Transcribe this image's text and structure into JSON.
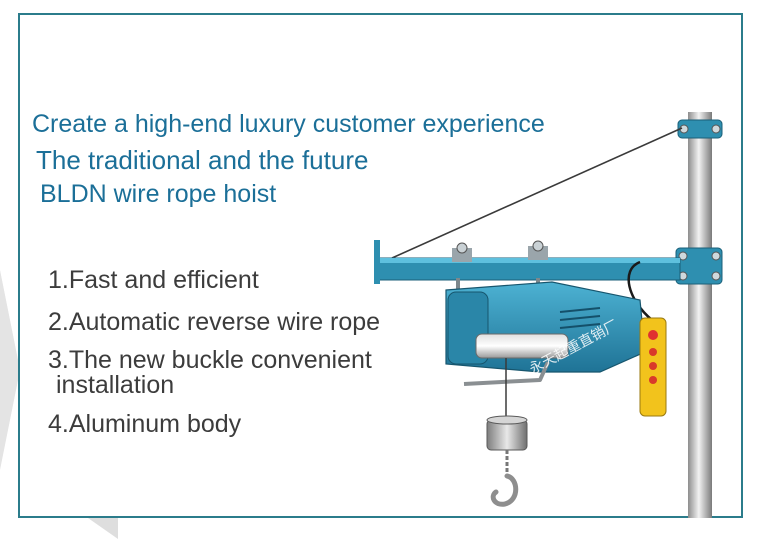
{
  "headline": {
    "line1": "Create a high-end luxury customer experience",
    "line2": "The traditional and the future",
    "line3": "BLDN wire rope hoist"
  },
  "features": {
    "f1": "1.Fast and efficient",
    "f2": "2.Automatic reverse wire rope",
    "f3": "3.The new buckle convenient",
    "f3_cont": "installation",
    "f4": "4.Aluminum body"
  },
  "watermark": "永天起重直销厂",
  "colors": {
    "frame": "#2b7c8b",
    "headline": "#1b6f98",
    "feature_text": "#3c3c3c",
    "hoist_body": "#2e8fb0",
    "pendant": "#f2c31c"
  }
}
